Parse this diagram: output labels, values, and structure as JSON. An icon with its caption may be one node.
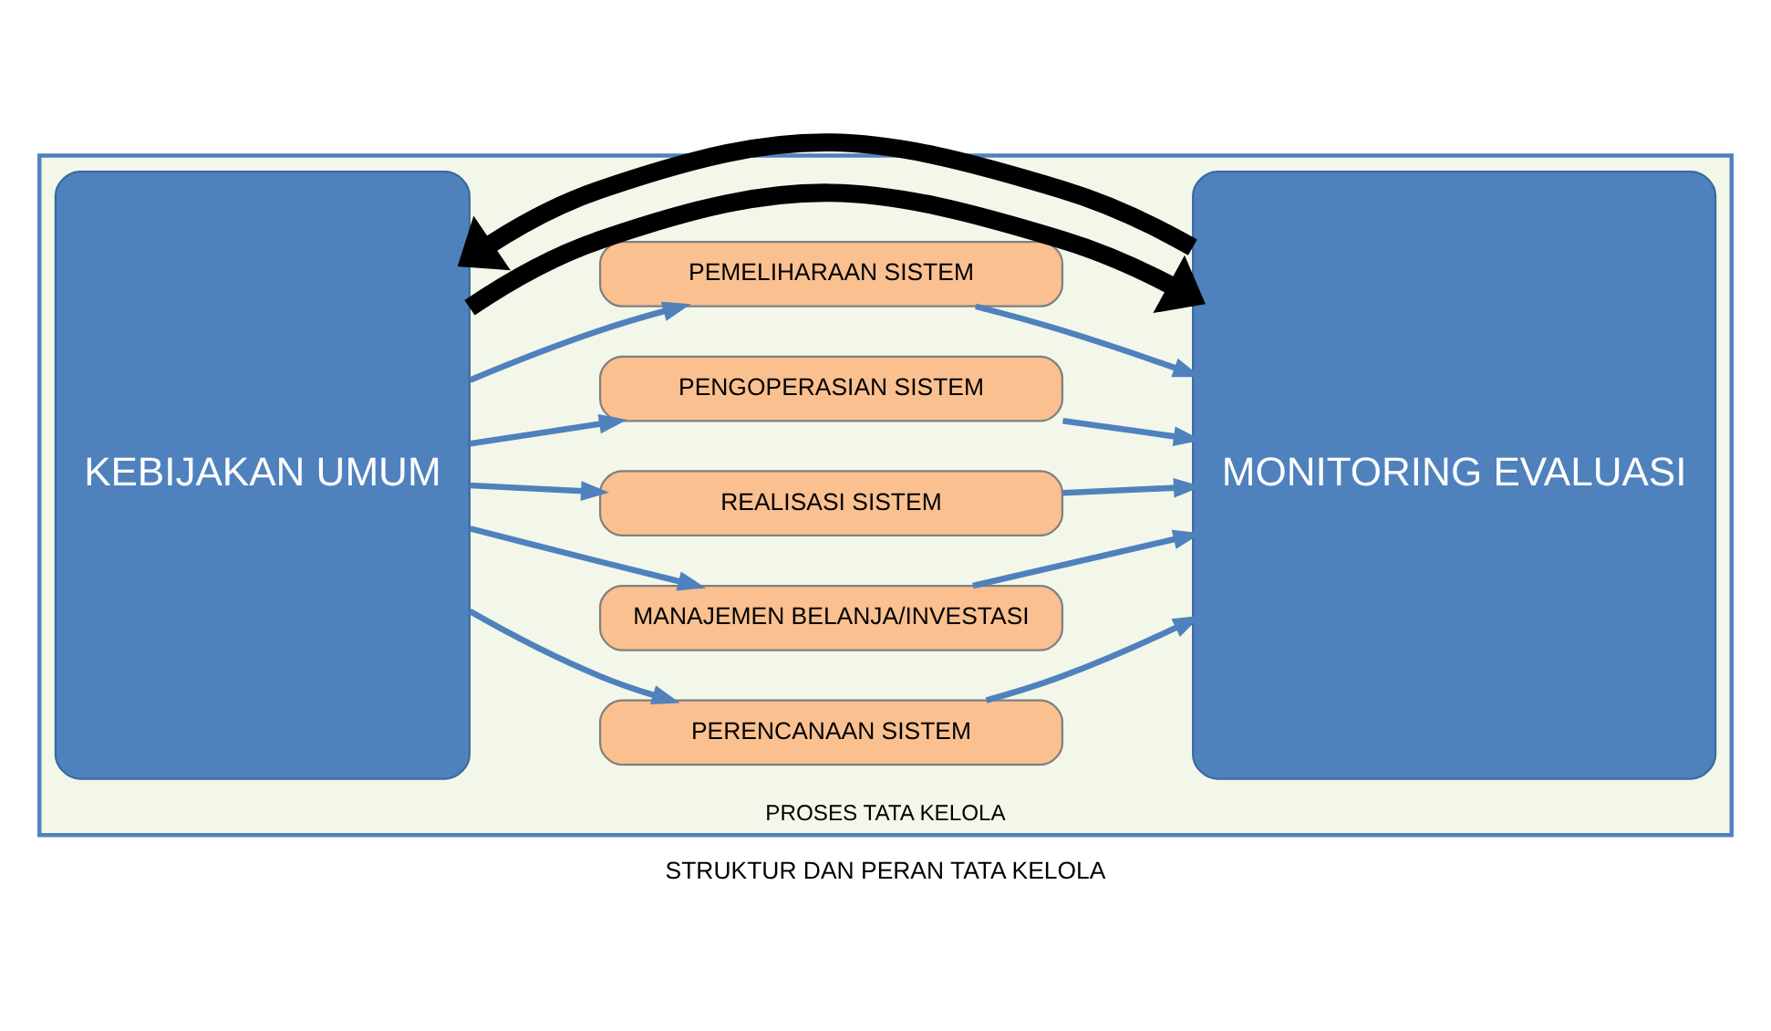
{
  "diagram": {
    "caption": "STRUKTUR DAN PERAN TATA KELOLA",
    "nodes": [
      {
        "text": [
          "PROSES TATA KELOLA"
        ]
      },
      {
        "text": [
          "KEBIJAKAN UMUM"
        ],
        "in": 0
      },
      {
        "text": [
          "PERENCANAAN SISTEM"
        ],
        "in": 0
      },
      {
        "text": [
          "MANAJEMEN BELANJA/INVESTASI"
        ],
        "in": 0
      },
      {
        "text": [
          "REALISASI SISTEM"
        ],
        "in": 0
      },
      {
        "text": [
          "PENGOPERASIAN SISTEM"
        ],
        "in": 0
      },
      {
        "text": [
          "PEMELIHARAAN SISTEM"
        ],
        "in": 0
      },
      {
        "text": [
          "MONITORING EVALUASI"
        ],
        "in": 0
      }
    ],
    "edges": [
      {
        "from": 1,
        "to": 7,
        "arrow": "to",
        "style": "thick",
        "color": "#000000"
      },
      {
        "from": 1,
        "to": 2,
        "arrow": "to"
      },
      {
        "from": 2,
        "to": 7,
        "arrow": "to"
      },
      {
        "from": 1,
        "to": 3,
        "arrow": "to"
      },
      {
        "from": 3,
        "to": 7,
        "arrow": "to"
      },
      {
        "from": 1,
        "to": 4,
        "arrow": "to"
      },
      {
        "from": 4,
        "to": 7,
        "arrow": "to"
      },
      {
        "from": 1,
        "to": 5,
        "arrow": "to"
      },
      {
        "from": 5,
        "to": 7,
        "arrow": "to"
      },
      {
        "from": 1,
        "to": 6,
        "arrow": "to"
      },
      {
        "from": 6,
        "to": 7,
        "arrow": "to"
      },
      {
        "from": 7,
        "to": 1,
        "arrow": "to",
        "style": "thick",
        "color": "#000000"
      }
    ]
  }
}
